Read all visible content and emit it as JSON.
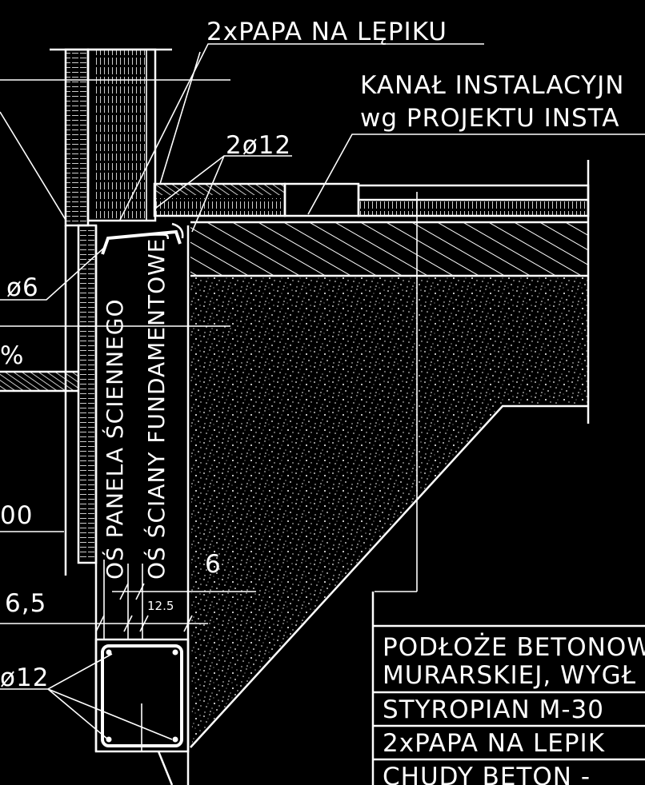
{
  "labels": {
    "membrane_top": "2xPAPA NA LĘPIKU",
    "channel_line1": "KANAŁ INSTALACYJN",
    "channel_line2": "wg PROJEKTU INSTA",
    "rebar_top": "2ø12",
    "rebar_small": "ø6",
    "percent_fragment": "%",
    "dim_fragment": "00",
    "dim_6_5": "6,5",
    "dim_6": "6",
    "dim_12_5": "12.5",
    "rebar_bottom": "ø12",
    "axis_panel": "OŚ PANELA ŚCIENNEGO",
    "axis_foundation": "OŚ ŚCIANY FUNDAMENTOWEJ"
  },
  "legend_table": {
    "rows": [
      "PODŁOŻE BETONOW",
      "MURARSKIEJ, WYGŁ",
      "STYROPIAN M-30",
      "2xPAPA NA LEPIK",
      "CHUDY BETON -"
    ]
  },
  "colors": {
    "background": "#000000",
    "linework": "#ffffff"
  }
}
